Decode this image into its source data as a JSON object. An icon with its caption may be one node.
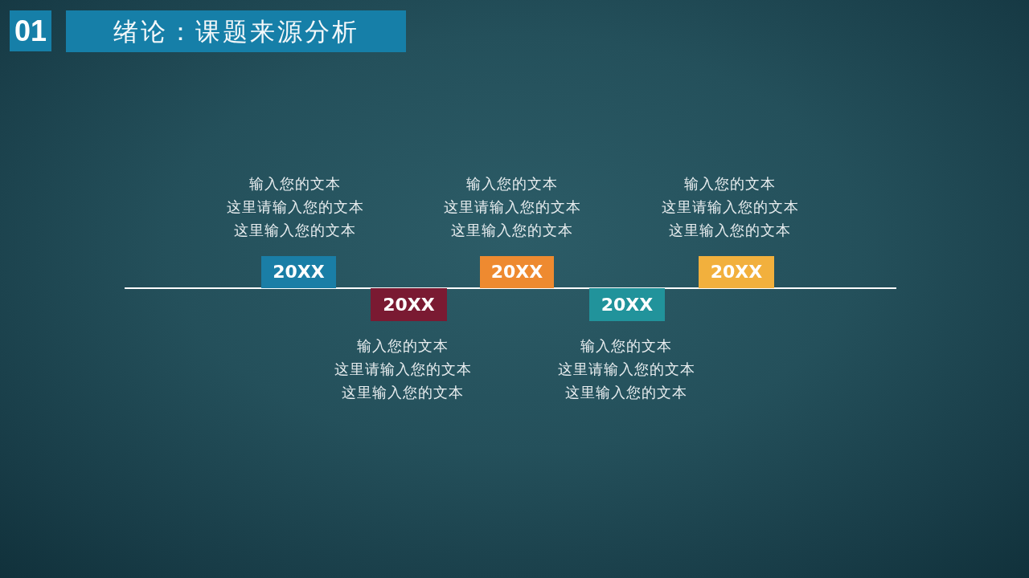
{
  "diagram": {
    "title": "绪论：课题来源分析",
    "nodes": [
      {
        "text": [
          "20XX"
        ],
        "beside": [
          "输入您的文本",
          "这里请输入您的文本",
          "这里输入您的文本"
        ]
      },
      {
        "text": [
          "20XX"
        ],
        "beside": [
          "输入您的文本",
          "这里请输入您的文本",
          "这里输入您的文本"
        ]
      },
      {
        "text": [
          "20XX"
        ],
        "beside": [
          "输入您的文本",
          "这里请输入您的文本",
          "这里输入您的文本"
        ]
      },
      {
        "text": [
          "20XX"
        ],
        "beside": [
          "输入您的文本",
          "这里请输入您的文本",
          "这里输入您的文本"
        ]
      },
      {
        "text": [
          "20XX"
        ],
        "beside": [
          "输入您的文本",
          "这里请输入您的文本",
          "这里输入您的文本"
        ]
      }
    ],
    "labels": [
      "01"
    ]
  }
}
